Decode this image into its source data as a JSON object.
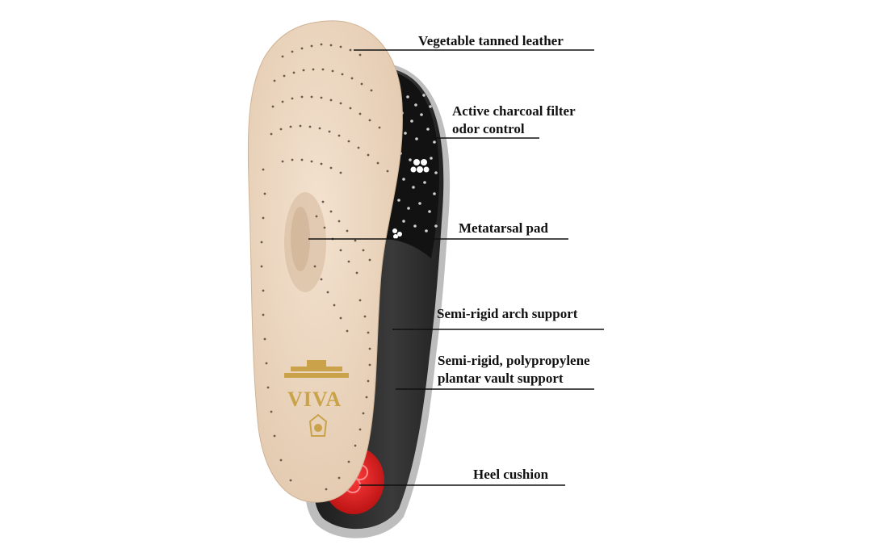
{
  "colors": {
    "leather": "#ecd7c1",
    "leather_shadow": "#d9bfa5",
    "shell": "#2b2b2b",
    "charcoal": "#141414",
    "heel_cushion": "#d81e1e",
    "gold_stamp": "#c9a24a",
    "text": "#111111"
  },
  "brand_text": "VIVA",
  "callouts": [
    {
      "id": "leather",
      "lines": [
        "Vegetable tanned leather"
      ]
    },
    {
      "id": "charcoal",
      "lines": [
        "Active charcoal filter",
        "odor control"
      ]
    },
    {
      "id": "metatarsal",
      "lines": [
        "Metatarsal pad"
      ]
    },
    {
      "id": "arch",
      "lines": [
        "Semi-rigid arch support"
      ]
    },
    {
      "id": "vault",
      "lines": [
        "Semi-rigid, polypropylene",
        "plantar vault support"
      ]
    },
    {
      "id": "heel",
      "lines": [
        "Heel cushion"
      ]
    }
  ]
}
